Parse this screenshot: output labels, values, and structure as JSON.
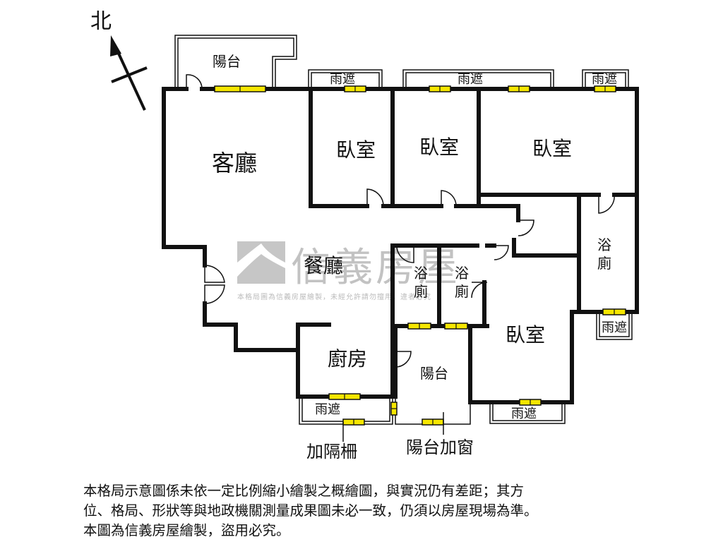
{
  "north_label": "北",
  "rooms": {
    "living_room": "客廳",
    "dining_room": "餐廳",
    "bedroom_1": "臥室",
    "bedroom_2": "臥室",
    "bedroom_3": "臥室",
    "bedroom_4": "臥室",
    "kitchen": "廚房",
    "bath_1_line1": "浴",
    "bath_1_line2": "廁",
    "bath_2_line1": "浴",
    "bath_2_line2": "廁",
    "bath_3_line1": "浴",
    "bath_3_line2": "廁",
    "balcony_top": "陽台",
    "balcony_center": "陽台"
  },
  "canopies": {
    "canopy_1": "雨遮",
    "canopy_2": "雨遮",
    "canopy_3": "雨遮",
    "canopy_4": "雨遮",
    "canopy_5": "雨遮",
    "canopy_6": "雨遮"
  },
  "annotations": {
    "grille": "加隔柵",
    "balcony_window": "陽台加窗"
  },
  "watermark": {
    "brand": "信義房屋",
    "subtext": "本格局圖為信義房屋繪製，未經允許請勿擅用，違者必究"
  },
  "disclaimer": {
    "line1": "本格局示意圖係未依一定比例縮小繪製之概繪圖，與實況仍有差距；其方",
    "line2": "位、格局、形狀等與地政機關測量成果圖未必一致，仍須以房屋現場為準。",
    "line3": "本圖為信義房屋繪製，盜用必究。"
  },
  "colors": {
    "wall": "#111111",
    "window": "#f5e600",
    "watermark": "#b8b8b8"
  }
}
